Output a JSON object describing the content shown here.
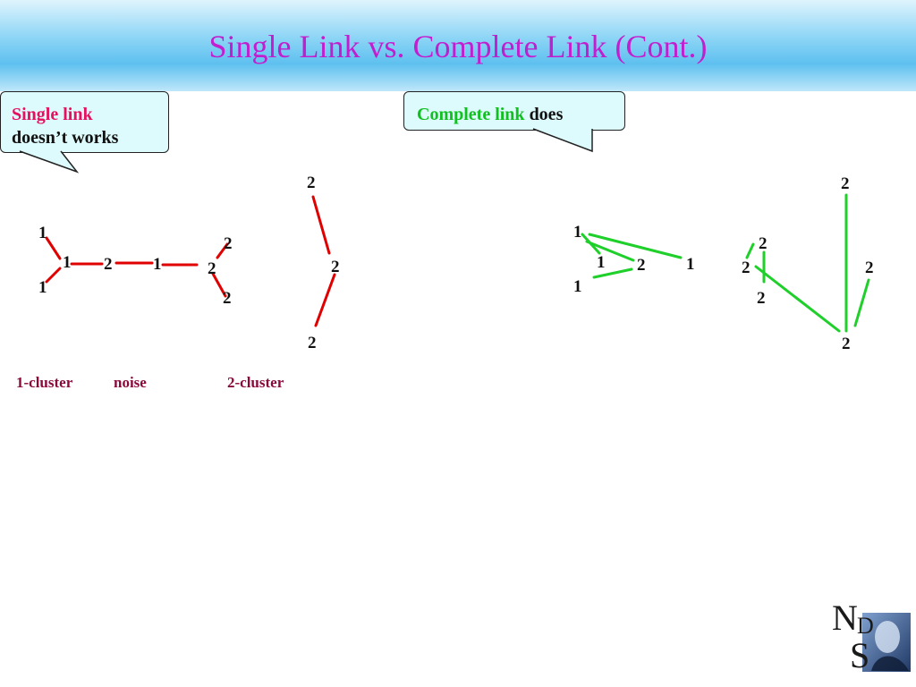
{
  "title": "Single Link vs. Complete Link (Cont.)",
  "callouts": {
    "single": {
      "highlight": "Single link",
      "rest": "doesn’t works"
    },
    "complete": {
      "highlight": "Complete link",
      "rest": "does"
    }
  },
  "single_link": {
    "edge_color": "#e00000",
    "labels": {
      "cluster1": "1-cluster",
      "noise": "noise",
      "cluster2": "2-cluster"
    },
    "nodes": [
      "1",
      "1",
      "1",
      "2",
      "1",
      "2",
      "2",
      "2",
      "2",
      "2",
      "2"
    ]
  },
  "complete_link": {
    "edge_color": "#1fcf2a",
    "nodes": [
      "1",
      "1",
      "1",
      "2",
      "1",
      "2",
      "2",
      "2",
      "2",
      "2",
      "2"
    ]
  },
  "logo": {
    "letters": "NDS"
  }
}
